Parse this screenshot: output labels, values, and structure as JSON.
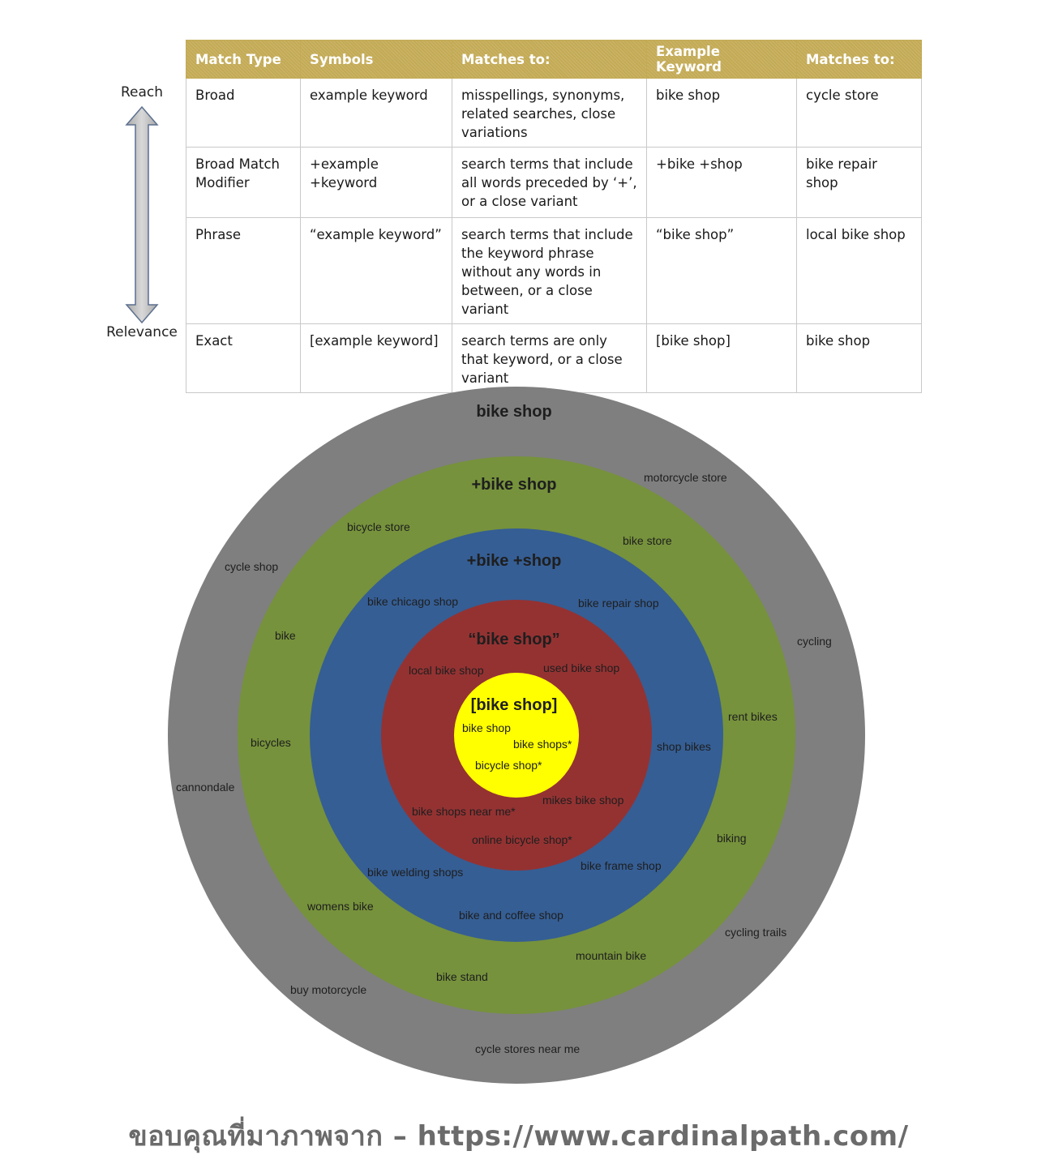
{
  "axis": {
    "top_label": "Reach",
    "bottom_label": "Relevance"
  },
  "table": {
    "headers": [
      "Match Type",
      "Symbols",
      "Matches to:",
      "Example Keyword",
      "Matches to:"
    ],
    "rows": [
      [
        "Broad",
        "example keyword",
        "misspellings, synonyms, related searches, close variations",
        "bike shop",
        "cycle store"
      ],
      [
        "Broad Match Modifier",
        "+example +keyword",
        "search terms that include all words preceded by ‘+’, or a close variant",
        "+bike +shop",
        "bike repair shop"
      ],
      [
        "Phrase",
        "“example keyword”",
        "search terms that include the keyword phrase without any words in between, or a close variant",
        "“bike shop”",
        "local bike shop"
      ],
      [
        "Exact",
        "[example keyword]",
        "search terms are only that keyword, or a close variant",
        "[bike shop]",
        "bike shop"
      ]
    ]
  },
  "diagram": {
    "rings": [
      {
        "id": "broad",
        "color": "#7f7f7f",
        "title": "bike shop",
        "terms": [
          "motorcycle store",
          "cycle shop",
          "cycling",
          "cannondale",
          "cycling trails",
          "buy motorcycle",
          "cycle stores near me"
        ]
      },
      {
        "id": "bmm-single",
        "color": "#76923c",
        "title": "+bike shop",
        "terms": [
          "bicycle store",
          "bike store",
          "bike",
          "rent bikes",
          "bicycles",
          "biking",
          "womens bike",
          "mountain bike",
          "bike stand"
        ]
      },
      {
        "id": "bmm-full",
        "color": "#355e94",
        "title": "+bike +shop",
        "terms": [
          "bike chicago shop",
          "bike repair shop",
          "shop bikes",
          "bike welding shops",
          "bike frame shop",
          "bike and coffee shop"
        ]
      },
      {
        "id": "phrase",
        "color": "#943232",
        "title": "“bike shop”",
        "terms": [
          "local bike shop",
          "used bike shop",
          "mikes bike shop",
          "bike shops near me*",
          "online bicycle shop*"
        ]
      },
      {
        "id": "exact",
        "color": "#ffff00",
        "title": "[bike shop]",
        "terms": [
          "bike shop",
          "bike shops*",
          "bicycle shop*"
        ]
      }
    ]
  },
  "footer": "ขอบคุณที่มาภาพจาก – https://www.cardinalpath.com/"
}
